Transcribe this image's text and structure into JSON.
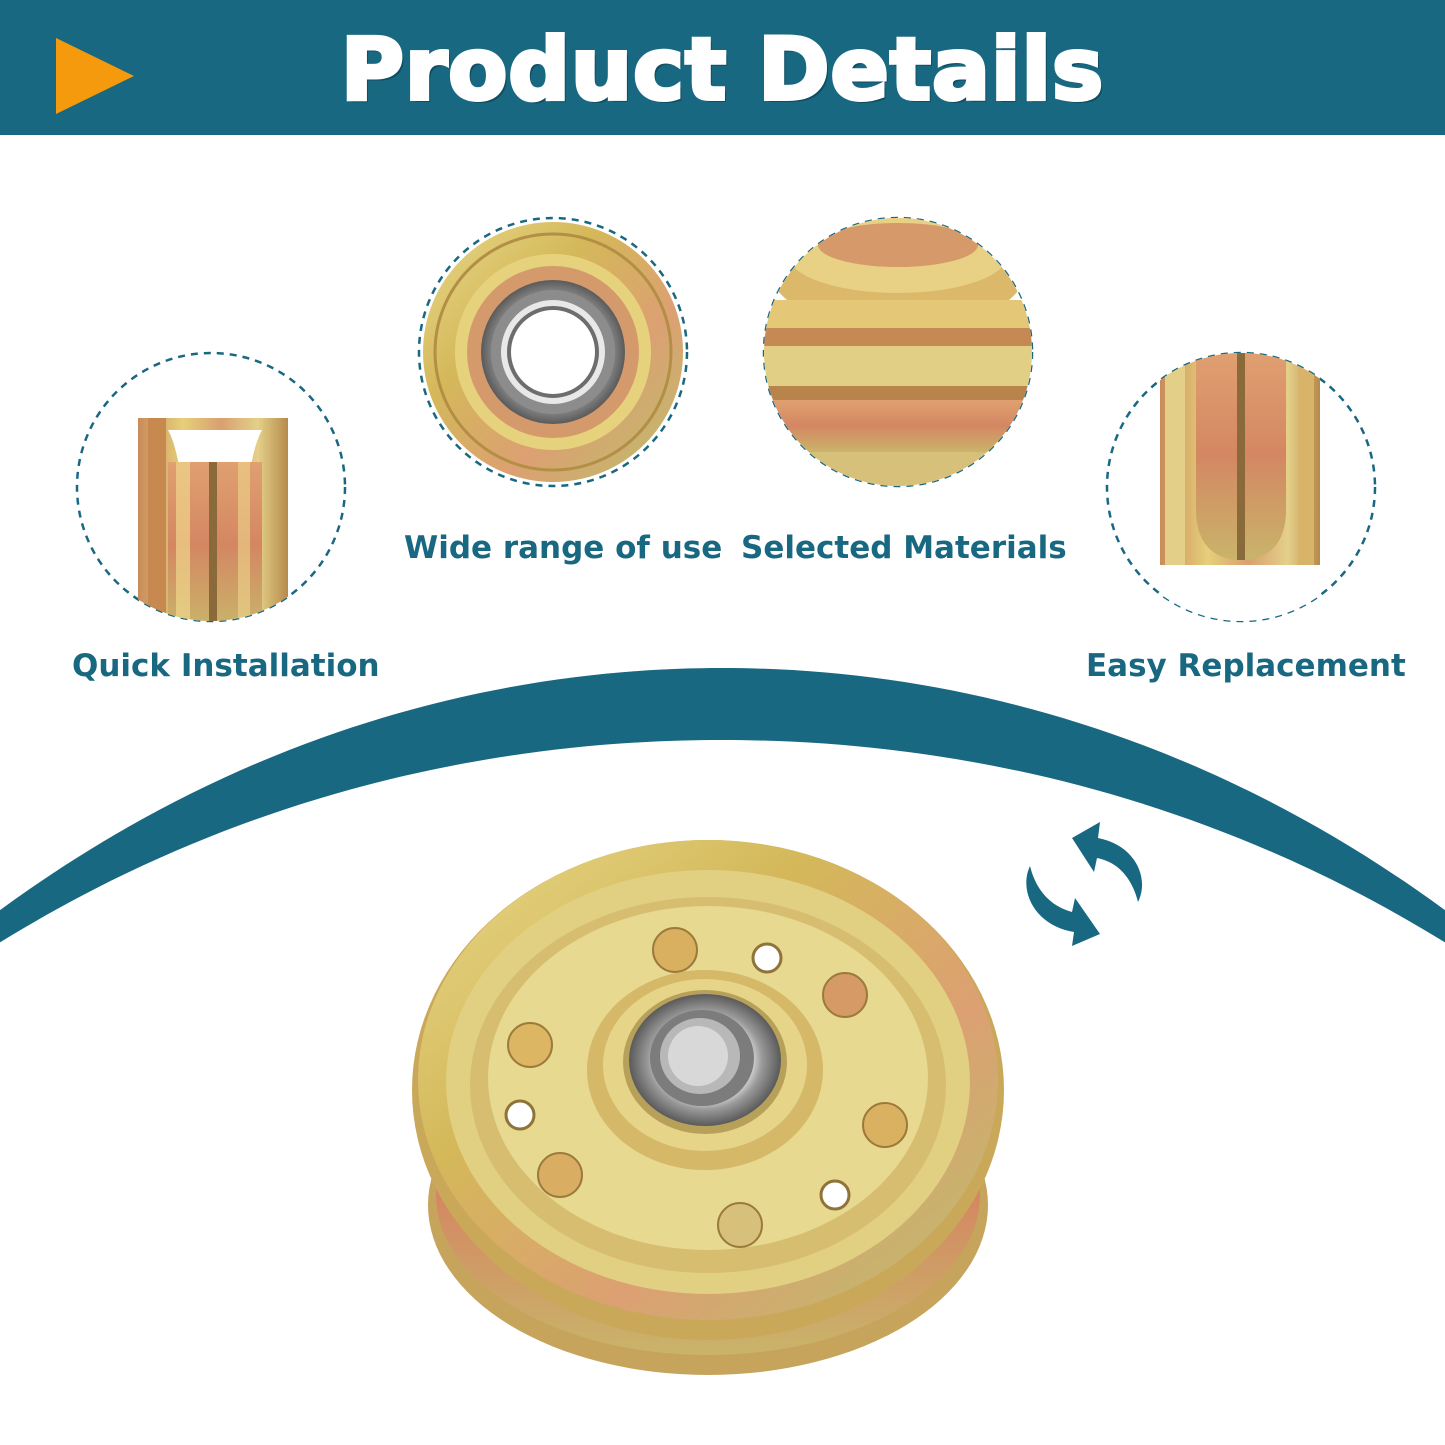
{
  "header": {
    "title": "Product Details",
    "bar_color": "#196882",
    "accent_color": "#f59a0c",
    "arrow_icon": "play-arrow-icon"
  },
  "features": [
    {
      "label": "Quick Installation",
      "icon": "pulley-side-groove-icon"
    },
    {
      "label": "Wide range of use",
      "icon": "pulley-bearing-icon"
    },
    {
      "label": "Selected Materials",
      "icon": "pulley-rim-closeup-icon"
    },
    {
      "label": "Easy Replacement",
      "icon": "pulley-side-profile-icon"
    }
  ],
  "main_product": {
    "icon": "idler-pulley-icon",
    "rotate_icon": "rotate-arrows-icon"
  },
  "colors": {
    "brand": "#196882",
    "metal_gold": "#d9c163",
    "metal_copper": "#d79664"
  }
}
